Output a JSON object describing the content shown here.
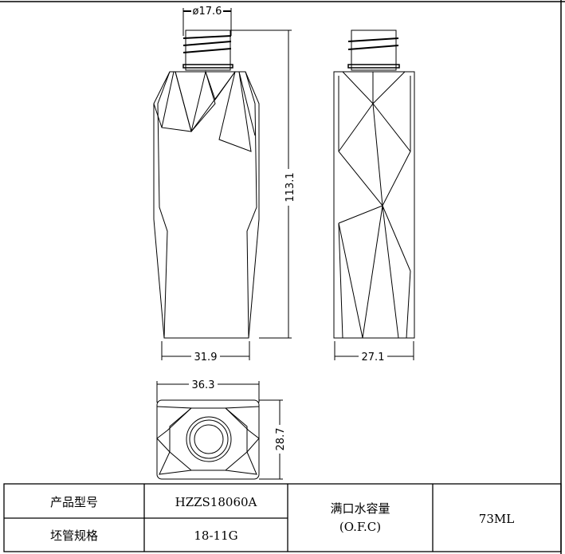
{
  "dimensions": {
    "neck_diameter": "ø17.6",
    "height": "113.1",
    "front_width": "31.9",
    "side_width": "27.1",
    "bottom_width": "36.3",
    "bottom_depth": "28.7"
  },
  "spec_table": {
    "product_model_label": "产品型号",
    "product_model_value": "HZZS18060A",
    "preform_spec_label": "坯管规格",
    "preform_spec_value": "18-11G",
    "capacity_label": "满口水容量",
    "capacity_sublabel": "(O.F.C)",
    "capacity_value": "73ML"
  }
}
